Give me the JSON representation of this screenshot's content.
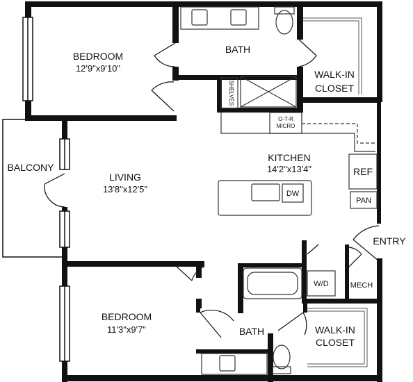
{
  "rooms": {
    "bedroom1": {
      "name": "BEDROOM",
      "dims": "12'9\"x9'10\""
    },
    "bath1": {
      "name": "BATH"
    },
    "closet1": {
      "line1": "WALK-IN",
      "line2": "CLOSET"
    },
    "shelves": {
      "name": "SHELVES"
    },
    "micro": {
      "line1": "O-T-R",
      "line2": "MICRO"
    },
    "kitchen": {
      "name": "KITCHEN",
      "dims": "14'2\"x13'4\""
    },
    "living": {
      "name": "LIVING",
      "dims": "13'8\"x12'5\""
    },
    "balcony": {
      "name": "BALCONY"
    },
    "ref": {
      "name": "REF"
    },
    "pan": {
      "name": "PAN"
    },
    "dw": {
      "name": "DW"
    },
    "entry": {
      "name": "ENTRY"
    },
    "wd": {
      "name": "W/D"
    },
    "mech": {
      "name": "MECH"
    },
    "bedroom2": {
      "name": "BEDROOM",
      "dims": "11'3\"x9'7\""
    },
    "bath2": {
      "name": "BATH"
    },
    "closet2": {
      "line1": "WALK-IN",
      "line2": "CLOSET"
    }
  },
  "colors": {
    "wall": "#111111",
    "fixture": "#333333",
    "background": "#ffffff"
  }
}
